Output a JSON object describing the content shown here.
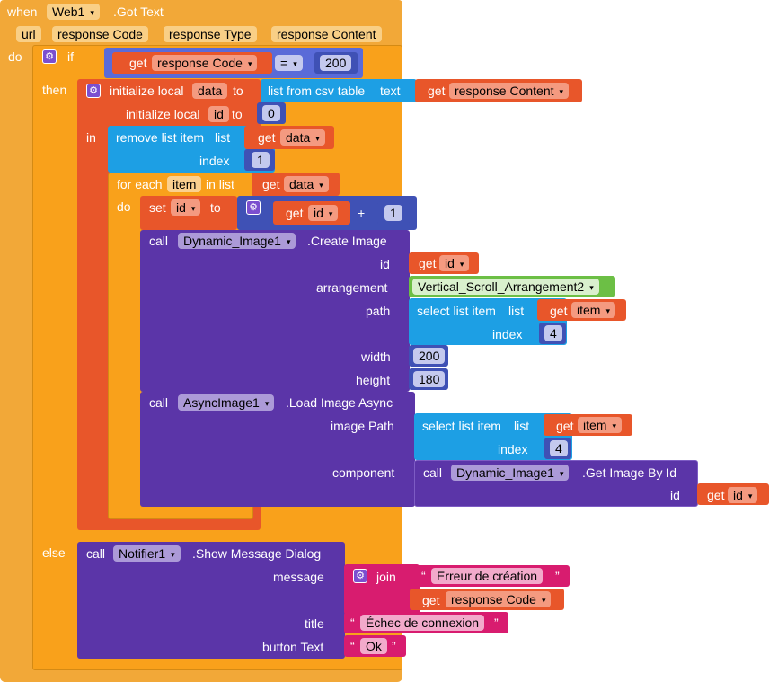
{
  "event": {
    "when": "when",
    "component": "Web1",
    "event_name": ".Got Text",
    "params": [
      "url",
      "response Code",
      "response Type",
      "response Content"
    ],
    "do": "do"
  },
  "if_block": {
    "if_label": "if",
    "get": "get",
    "var": "response Code",
    "op": "=",
    "value": "200",
    "then": "then",
    "else": "else"
  },
  "init1": {
    "label": "initialize local",
    "name": "data",
    "to": "to"
  },
  "csv": {
    "label": "list from csv table",
    "text": "text",
    "get": "get",
    "var": "response Content"
  },
  "init2": {
    "label": "initialize local",
    "name": "id",
    "to": "to",
    "value": "0"
  },
  "in": "in",
  "remove": {
    "label": "remove list item",
    "list": "list",
    "get": "get",
    "var": "data",
    "index": "index",
    "index_value": "1"
  },
  "foreach": {
    "label": "for each",
    "item": "item",
    "in_list": "in list",
    "get": "get",
    "var": "data",
    "do": "do"
  },
  "set": {
    "label": "set",
    "var": "id",
    "to": "to",
    "get": "get",
    "get_var": "id",
    "plus": "+",
    "num": "1"
  },
  "create": {
    "call": "call",
    "component": "Dynamic_Image1",
    "method": ".Create Image",
    "id_label": "id",
    "id_get": "get",
    "id_var": "id",
    "arrangement_label": "arrangement",
    "arrangement_value": "Vertical_Scroll_Arrangement2",
    "path_label": "path",
    "select_label": "select list item",
    "list_label": "list",
    "get": "get",
    "item": "item",
    "index_label": "index",
    "index_value": "4",
    "width_label": "width",
    "width_value": "200",
    "height_label": "height",
    "height_value": "180"
  },
  "load": {
    "call": "call",
    "component": "AsyncImage1",
    "method": ".Load Image Async",
    "image_path_label": "image Path",
    "select_label": "select list item",
    "list_label": "list",
    "get": "get",
    "item": "item",
    "index_label": "index",
    "index_value": "4",
    "component_label": "component",
    "inner_call": "call",
    "inner_component": "Dynamic_Image1",
    "inner_method": ".Get Image By Id",
    "id_label": "id",
    "id_get": "get",
    "id_var": "id"
  },
  "notifier": {
    "call": "call",
    "component": "Notifier1",
    "method": ".Show Message Dialog",
    "message_label": "message",
    "join": "join",
    "text1": "Erreur de création",
    "get": "get",
    "var": "response Code",
    "title_label": "title",
    "title_value": "Échec de connexion",
    "button_label": "button Text",
    "button_value": "Ok",
    "quote_open": "“",
    "quote_close": "”"
  },
  "dropdown_glyph": "▾",
  "gear_glyph": "⚙",
  "colors": {
    "event": "#f2a838",
    "control": "#f9a11b",
    "variable": "#e8562a",
    "list": "#1d9fe4",
    "math": "#3f51b5",
    "component": "#5b35a8",
    "text": "#d81c6f",
    "arrangement": "#6cbf45"
  }
}
